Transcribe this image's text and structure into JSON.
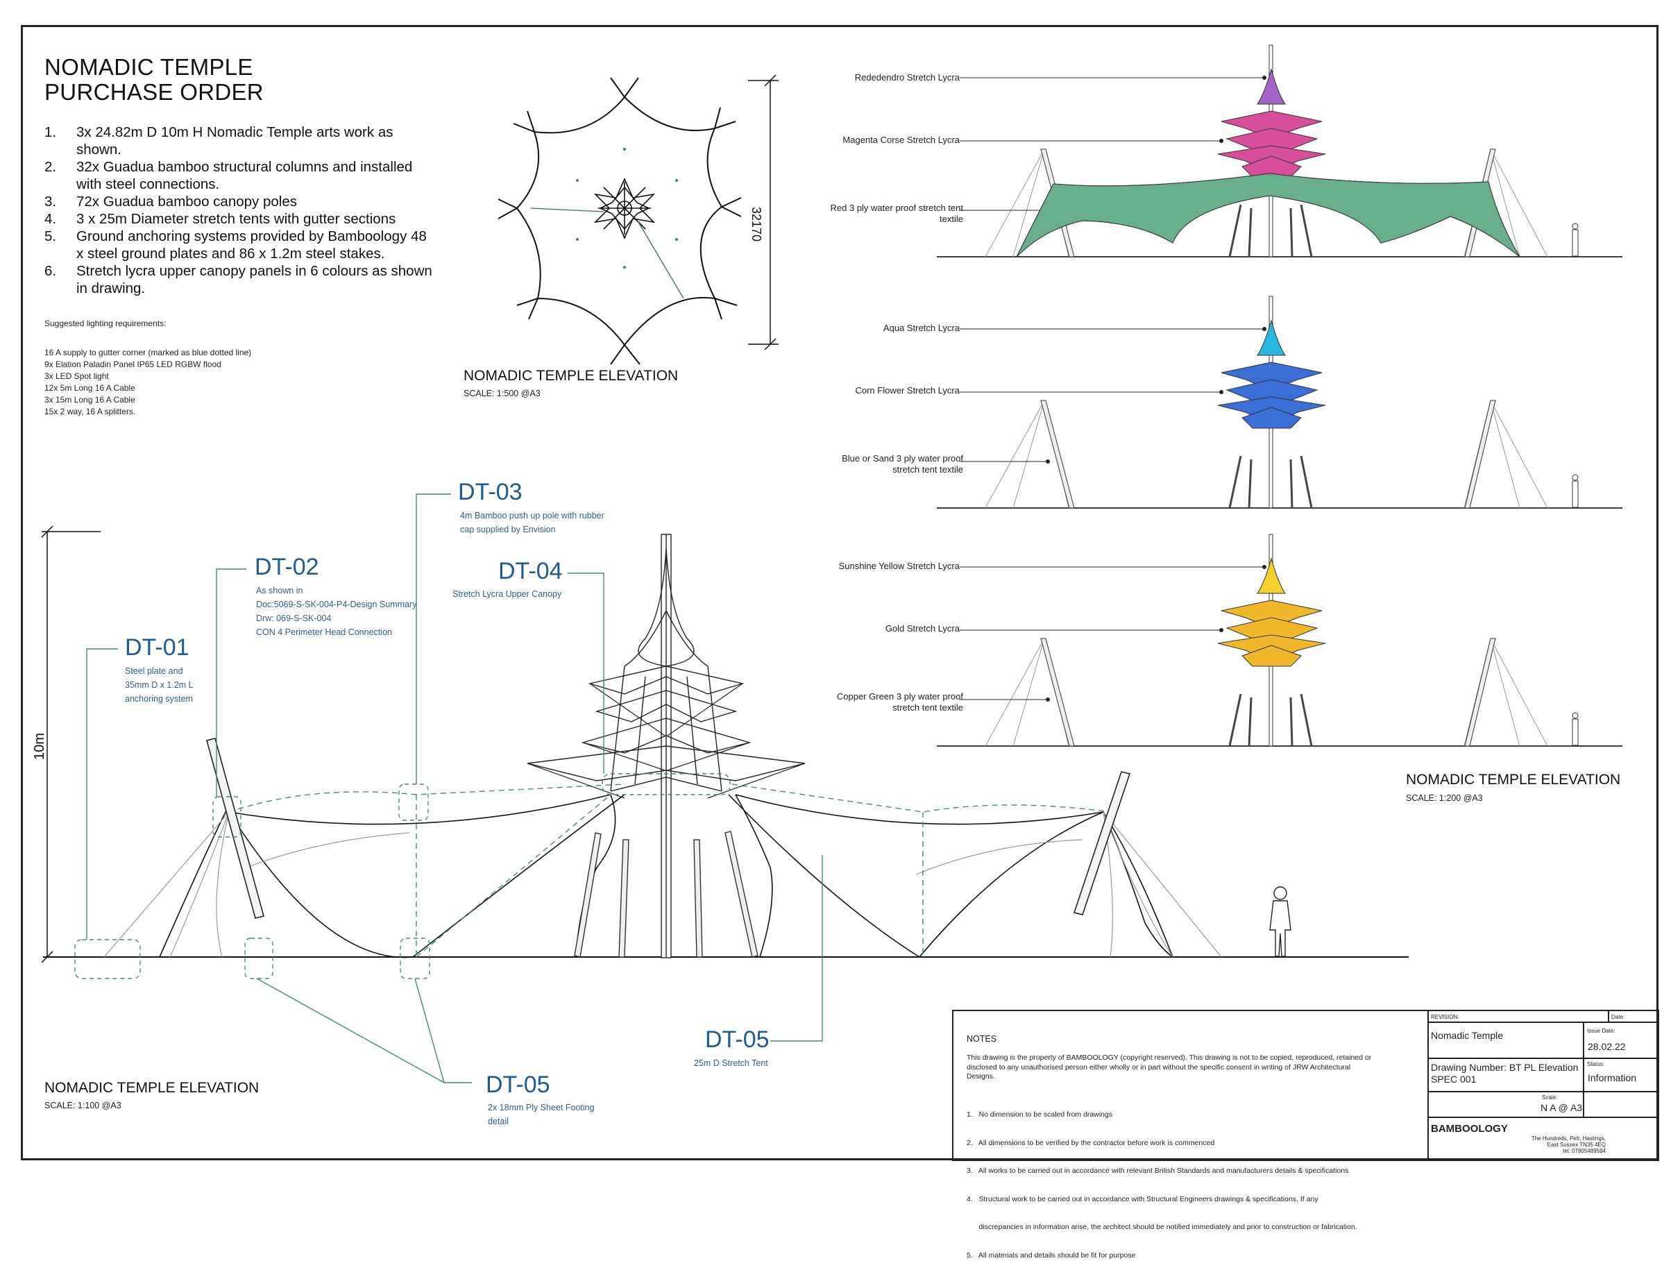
{
  "title": {
    "line1": "NOMADIC TEMPLE",
    "line2": "PURCHASE ORDER"
  },
  "purchase_items": [
    {
      "num": "1.",
      "text": "3x 24.82m D 10m H Nomadic Temple arts work as shown."
    },
    {
      "num": "2.",
      "text": "32x Guadua bamboo structural columns and installed with steel  connections."
    },
    {
      "num": "3.",
      "text": "72x Guadua bamboo canopy poles"
    },
    {
      "num": "4.",
      "text": "3 x 25m Diameter stretch tents with gutter sections"
    },
    {
      "num": "5.",
      "text": "Ground anchoring systems provided by Bamboology 48 x steel ground plates and 86 x 1.2m steel stakes."
    },
    {
      "num": "6.",
      "text": "Stretch lycra upper canopy panels in 6  colours as shown in drawing."
    }
  ],
  "lighting": {
    "heading": "Suggested lighting requirements:",
    "items": [
      "16 A supply to gutter corner (marked as blue dotted line)",
      "9x     Elation Paladin Panel IP65 LED RGBW flood",
      "3x     LED Spot light",
      "12x   5m Long  16 A Cable",
      "3x    15m Long 16 A Cable",
      "15x  2 way, 16 A splitters."
    ]
  },
  "plan": {
    "title": "NOMADIC TEMPLE ELEVATION",
    "scale": "SCALE: 1:500 @A3",
    "dimension": "32170"
  },
  "elevations": {
    "title": "NOMADIC TEMPLE  ELEVATION",
    "scale": "SCALE: 1:200 @A3",
    "labels": [
      {
        "top": "Rededendro  Stretch Lycra",
        "mid": "Magenta Corse  Stretch Lycra",
        "bottom": [
          "Red  3 ply water proof stretch tent",
          "textile"
        ]
      },
      {
        "top": "Aqua  Stretch Lycra",
        "mid": "Corn Flower  Stretch Lycra",
        "bottom": [
          "Blue or Sand 3 ply water proof",
          "stretch tent textile"
        ]
      },
      {
        "top": "Sunshine Yellow Stretch Lycra",
        "mid": "Gold Stretch Lycra",
        "bottom": [
          "Copper  Green 3 ply water proof",
          "stretch tent textile"
        ]
      }
    ],
    "colors": [
      {
        "tent": "#e4511f",
        "upper": "#d94e9c",
        "top": "#a463c7"
      },
      {
        "tent": "#2f4fa0",
        "upper": "#3b6fd8",
        "top": "#29b8e0"
      },
      {
        "tent": "#68b08b",
        "upper": "#f0b72a",
        "top": "#f3cf2f"
      }
    ]
  },
  "main": {
    "title": "NOMADIC TEMPLE ELEVATION",
    "scale": "SCALE: 1:100 @A3",
    "height_label": "10m",
    "details": [
      {
        "code": "DT-01",
        "notes": [
          "Steel plate and",
          "35mm D x 1.2m L",
          "anchoring system"
        ]
      },
      {
        "code": "DT-02",
        "notes": [
          "As shown in",
          "Doc:5069-S-SK-004-P4-Design Summary",
          "Drw: 069-S-SK-004",
          "CON 4 Perimeter Head Connection"
        ]
      },
      {
        "code": "DT-03",
        "notes": [
          "4m Bamboo push up pole with rubber",
          "cap supplied by Envision"
        ]
      },
      {
        "code": "DT-04",
        "notes": [
          "Stretch Lycra Upper Canopy"
        ]
      },
      {
        "code": "DT-05",
        "notes": [
          "25m D Stretch Tent"
        ]
      },
      {
        "code": "DT-05",
        "notes": [
          "2x 18mm Ply Sheet Footing",
          "detail"
        ]
      }
    ]
  },
  "notes_block": {
    "heading": "NOTES",
    "intro": "This drawing is the property of BAMBOOLOGY (copyright reserved). This drawing is not to be copied, reproduced, retained or disclosed to any unauthorised person either wholly or in part without the specific consent in writing of JRW Architectural Designs.",
    "items": [
      "1.   No dimension to be scaled from drawings",
      "2.   All dimensions to be verified by the contractor before work is commenced",
      "3.   All works to be carried out in accordance with relevant British Standards and manufacturers details & specifications",
      "4.   Structural work to be carried out in accordance with Structural Engineers drawings & specifications. If any",
      "      discrepancies in information arise, the architect should be notified immediately and prior to construction or fabrication.",
      "5.   All materials and details should be fit for purpose"
    ]
  },
  "title_block": {
    "revision_label": "REVISION:",
    "date_label": "Date:",
    "project": "Nomadic Temple",
    "issue_label": "Issue Date:",
    "issue_date": "28.02.22",
    "drawing_number": [
      "Drawing Number: BT PL Elevation",
      "SPEC 001"
    ],
    "status_label": "Status:",
    "status": "Information",
    "scale_label": "Scale:",
    "scale": "N A @ A3",
    "company": "BAMBOOLOGY",
    "address": [
      "The Hundreds, Pett, Hastings,",
      "East Sussex TN35 4EQ",
      "tel: 07805489594"
    ]
  }
}
